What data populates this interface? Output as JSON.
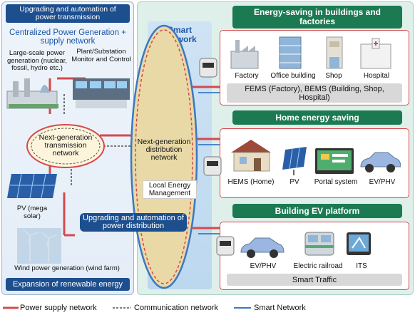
{
  "left": {
    "title_bar": "Upgrading and automation of power transmission",
    "centralized": "Centralized Power Generation + supply network",
    "large_scale": "Large-scale power generation (nuclear, fossil, hydro etc.)",
    "plant_monitor": "Plant/Substation Monitor and Control",
    "transmission_network": "Next-generation transmission network",
    "pv": "PV (mega solar)",
    "wind": "Wind power generation (wind farm)",
    "renewable": "Expansion of renewable energy"
  },
  "center": {
    "smart_network": "Smart Network",
    "distribution_network": "Next-generation distribution network",
    "local_energy": "Local Energy Management",
    "distribution_bar": "Upgrading and automation of power distribution"
  },
  "buildings": {
    "header": "Energy-saving in buildings and factories",
    "items": [
      "Factory",
      "Office building",
      "Shop",
      "Hospital"
    ],
    "bar": "FEMS (Factory), BEMS (Building, Shop, Hospital)"
  },
  "home": {
    "header": "Home energy saving",
    "items": [
      "HEMS (Home)",
      "PV",
      "Portal system",
      "EV/PHV"
    ]
  },
  "ev": {
    "header": "Building EV platform",
    "items": [
      "EV/PHV",
      "Electric railroad",
      "ITS"
    ],
    "bar": "Smart Traffic"
  },
  "legend": {
    "power": "Power supply network",
    "comm": "Communication network",
    "smart": "Smart Network"
  },
  "colors": {
    "power": "#d6494c",
    "comm": "#555555",
    "smart": "#3a78c4",
    "header_green": "#1c7a52",
    "pill_blue": "#1d4f8f"
  }
}
